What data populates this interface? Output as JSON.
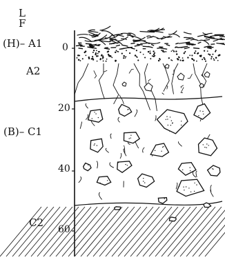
{
  "horizons": {
    "litter": "L",
    "fermentation": "F",
    "a1": "(H)– A1",
    "a2": "A2",
    "c1": "(B)– C1",
    "c2": "C2"
  },
  "depth_scale": {
    "ticks": [
      "0",
      "20",
      "40",
      "60"
    ]
  }
}
